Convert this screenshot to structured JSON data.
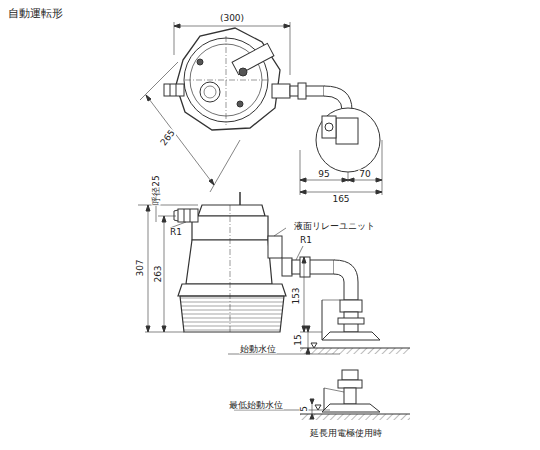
{
  "diagram": {
    "title": "自動運転形",
    "labels": [
      "(300)",
      "265",
      "95",
      "70",
      "165",
      "呼径25",
      "R1",
      "液面リレーユニット",
      "R1",
      "307",
      "263",
      "153",
      "15",
      "始動水位",
      "最低始動水位",
      "5",
      "延長用電極使用時"
    ]
  }
}
